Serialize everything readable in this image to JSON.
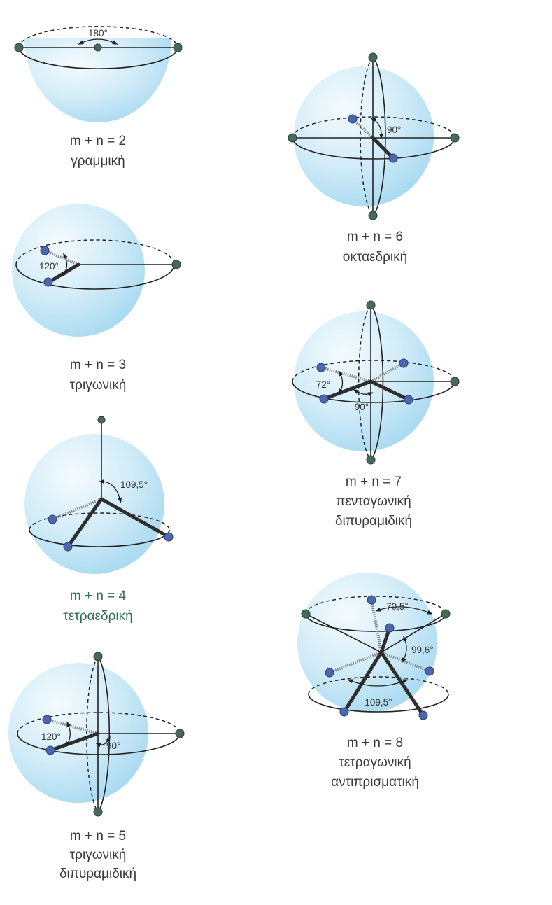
{
  "panels": {
    "p2": {
      "formula": "m + n = 2",
      "name": "γραμμική",
      "angles": [
        "180°"
      ]
    },
    "p3": {
      "formula": "m + n = 3",
      "name": "τριγωνική",
      "angles": [
        "120°"
      ]
    },
    "p4": {
      "formula": "m + n = 4",
      "name": "τετραεδρική",
      "angles": [
        "109,5°"
      ]
    },
    "p5": {
      "formula": "m + n = 5",
      "name_line1": "τριγωνική",
      "name_line2": "διπυραμιδική",
      "angles": [
        "120°",
        "90°"
      ]
    },
    "p6": {
      "formula": "m + n = 6",
      "name": "οκταεδρική",
      "angles": [
        "90°"
      ]
    },
    "p7": {
      "formula": "m + n = 7",
      "name_line1": "πενταγωνική",
      "name_line2": "διπυραμιδική",
      "angles": [
        "72°",
        "90°"
      ]
    },
    "p8": {
      "formula": "m + n = 8",
      "name_line1": "τετραγωνική",
      "name_line2": "αντιπρισματική",
      "angles": [
        "70,5°",
        "99,6°",
        "109,5°"
      ]
    }
  },
  "colors": {
    "sphere_light": "#f4fbfe",
    "sphere_dark": "#a9daf1",
    "atom_blue": "#4b67b0",
    "atom_green": "#46695a",
    "caption_text": "#3a3a3a",
    "caption_green": "#2f6f57"
  }
}
